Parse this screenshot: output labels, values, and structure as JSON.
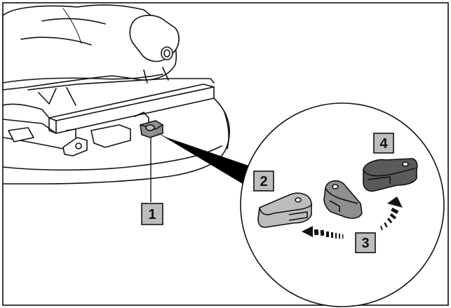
{
  "callouts": [
    {
      "label": "1",
      "refers_to": "adjuster-lever-on-seat"
    },
    {
      "label": "2",
      "refers_to": "lever-position-locked"
    },
    {
      "label": "3",
      "refers_to": "lever-position-middle"
    },
    {
      "label": "4",
      "refers_to": "lever-position-released"
    }
  ],
  "colors": {
    "outline": "#111111",
    "callout_fill": "#bdbdbd",
    "lever_light": "#bdbdbd",
    "lever_mid": "#8f8f8f",
    "lever_dark": "#5a5a5a",
    "zoom_wedge": "#000000"
  },
  "icons": [
    "rotate-arrow-left-icon",
    "rotate-arrow-up-icon"
  ]
}
